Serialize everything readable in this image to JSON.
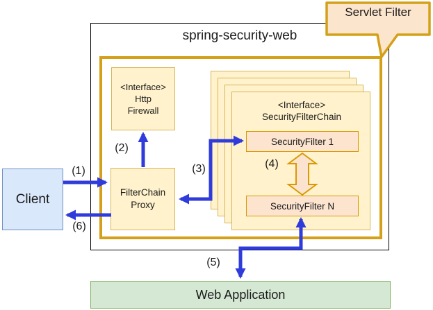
{
  "title": "spring-security-web",
  "callout": "Servlet Filter",
  "client": "Client",
  "firewall": {
    "l1": "<Interface>",
    "l2": "Http",
    "l3": "Firewall"
  },
  "proxy": {
    "l1": "FilterChain",
    "l2": "Proxy"
  },
  "chain": {
    "l1": "<Interface>",
    "l2": "SecurityFilterChain",
    "f1": "SecurityFilter 1",
    "fn": "SecurityFilter N"
  },
  "webapp": "Web Application",
  "steps": {
    "s1": "(1)",
    "s2": "(2)",
    "s3": "(3)",
    "s4": "(4)",
    "s5": "(5)",
    "s6": "(6)"
  },
  "colors": {
    "arrow_blue": "#2f3bdb",
    "thick_border_orange": "#d4a017",
    "cream_fill": "#fff2cc",
    "cream_border": "#d6b656",
    "peach_fill": "#fce4cf",
    "peach_border": "#d79b00",
    "callout_fill": "#fce5cd",
    "client_fill": "#dae8fc",
    "client_border": "#6c8ebf",
    "green_fill": "#d5e8d4",
    "green_border": "#82b366"
  }
}
